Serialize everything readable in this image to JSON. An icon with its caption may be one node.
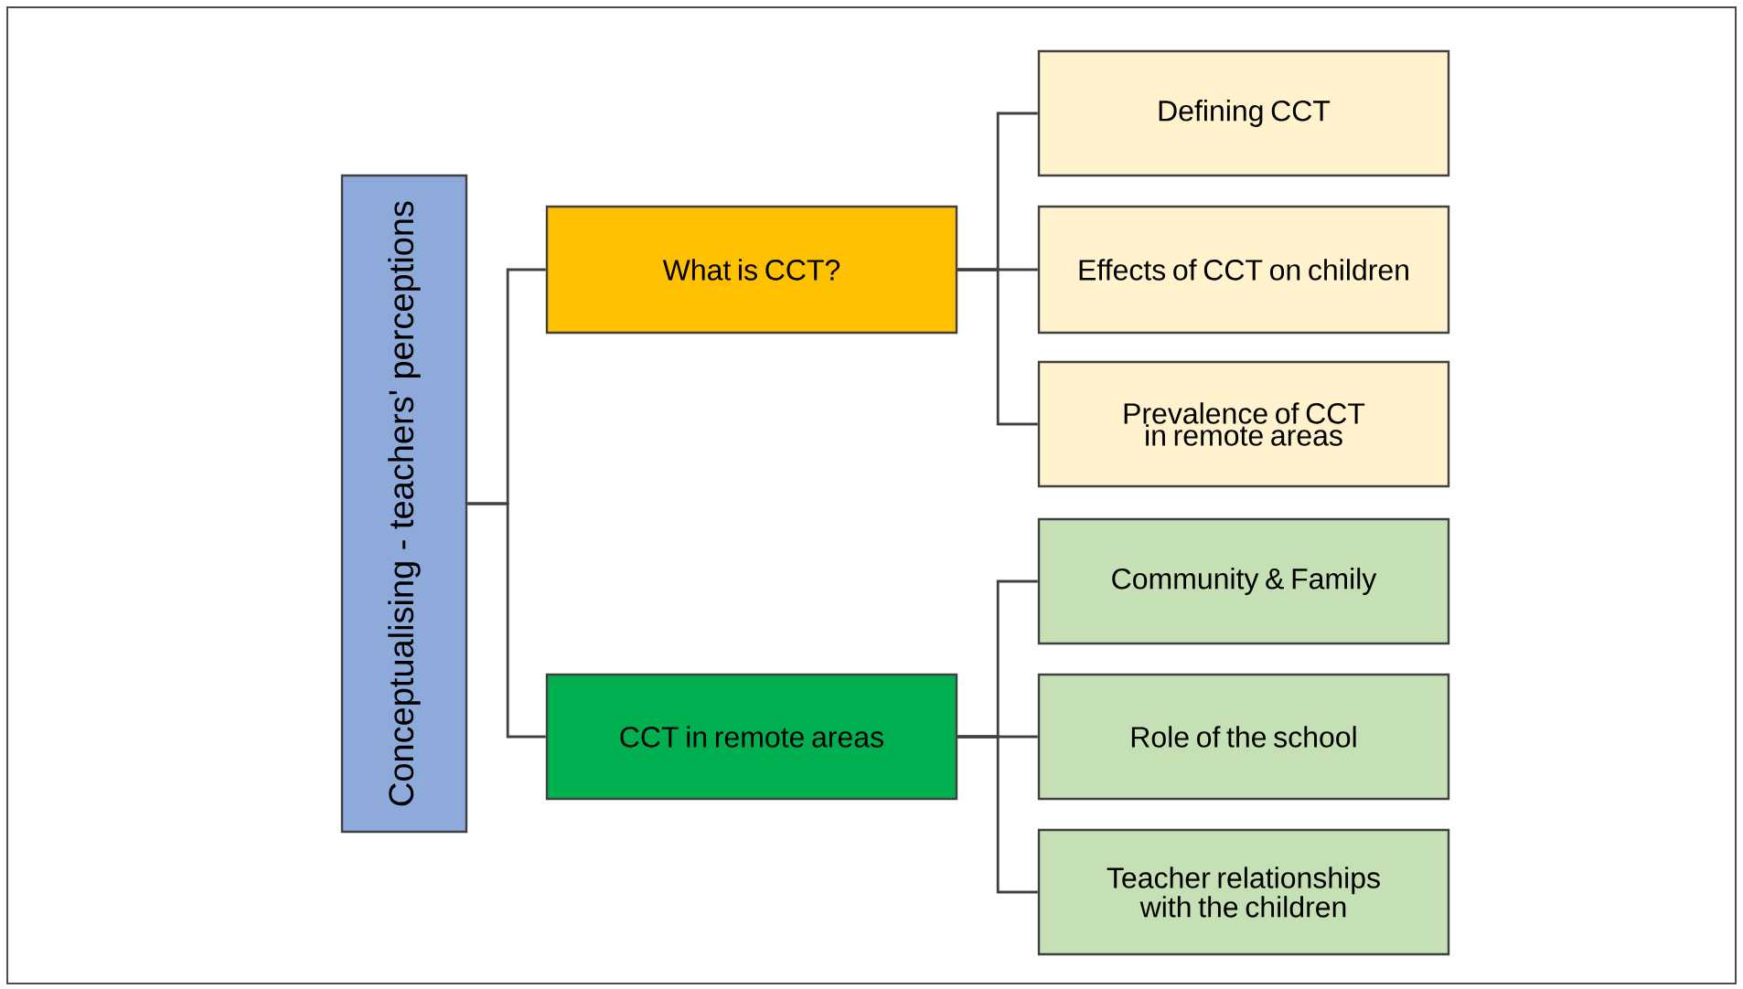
{
  "diagram": {
    "nodes": [
      {
        "text": [
          "Conceptualising - teachers' perceptions"
        ]
      },
      {
        "text": [
          "What is CCT?"
        ]
      },
      {
        "text": [
          "CCT in remote areas"
        ]
      },
      {
        "text": [
          "Defining CCT"
        ]
      },
      {
        "text": [
          "Effects of CCT on children"
        ]
      },
      {
        "text": [
          "Prevalence of CCT in remote areas"
        ]
      },
      {
        "text": [
          "Community & Family"
        ]
      },
      {
        "text": [
          "Role of the school"
        ]
      },
      {
        "text": [
          "Teacher relationships with the children"
        ]
      }
    ],
    "edges": [
      {
        "from": 0,
        "to": 1,
        "arrow": "none"
      },
      {
        "from": 0,
        "to": 2,
        "arrow": "none"
      },
      {
        "from": 1,
        "to": 3,
        "arrow": "none"
      },
      {
        "from": 1,
        "to": 4,
        "arrow": "none"
      },
      {
        "from": 1,
        "to": 5,
        "arrow": "none"
      },
      {
        "from": 2,
        "to": 6,
        "arrow": "none"
      },
      {
        "from": 2,
        "to": 7,
        "arrow": "none"
      },
      {
        "from": 2,
        "to": 8,
        "arrow": "none"
      }
    ]
  }
}
